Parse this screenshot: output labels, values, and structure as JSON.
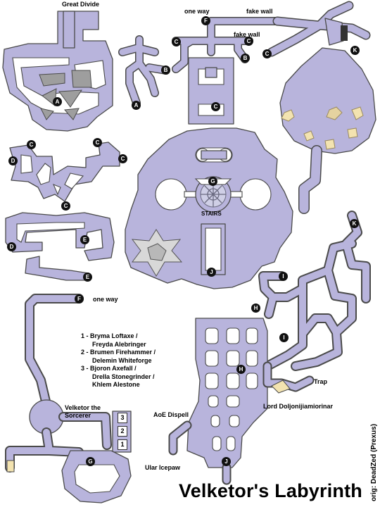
{
  "map": {
    "title": "Velketor's Labyrinth",
    "credit": "orig: DeadZed (Prexus)",
    "colors": {
      "floor": "#b8b4dc",
      "outline": "#4a4a4a",
      "pillar": "#9e9e9e",
      "marker": "#111111",
      "crystal": "#f3e3b0"
    },
    "labels": {
      "great_divide": "Great Divide",
      "one_way_top": "one way",
      "fake_wall_top": "fake wall",
      "fake_wall_mid": "fake wall",
      "stairs": "STAIRS",
      "one_way_left": "one way",
      "velketor": "Velketor the\nSorcerer",
      "trap": "Trap",
      "lord": "Lord Doljonijiamiorinar",
      "aoe_dispell": "AoE Dispell",
      "ular": "Ular Icepaw"
    },
    "legend": [
      {
        "num": "1",
        "text": "1 - Bryma Loftaxe /",
        "cont": "Freyda Alebringer"
      },
      {
        "num": "2",
        "text": "2 - Brumen Firehammer /",
        "cont": "Delemin Whiteforge"
      },
      {
        "num": "3",
        "text": "3 - Bjoron Axefall /",
        "cont": "Drella Stonegrinder /",
        "cont2": "Khlem Alestone"
      }
    ],
    "room_numbers": [
      "3",
      "2",
      "1"
    ],
    "markers": {
      "A": "A",
      "B": "B",
      "C": "C",
      "D": "D",
      "E": "E",
      "F": "F",
      "G": "G",
      "H": "H",
      "I": "I",
      "J": "J",
      "K": "K"
    }
  }
}
